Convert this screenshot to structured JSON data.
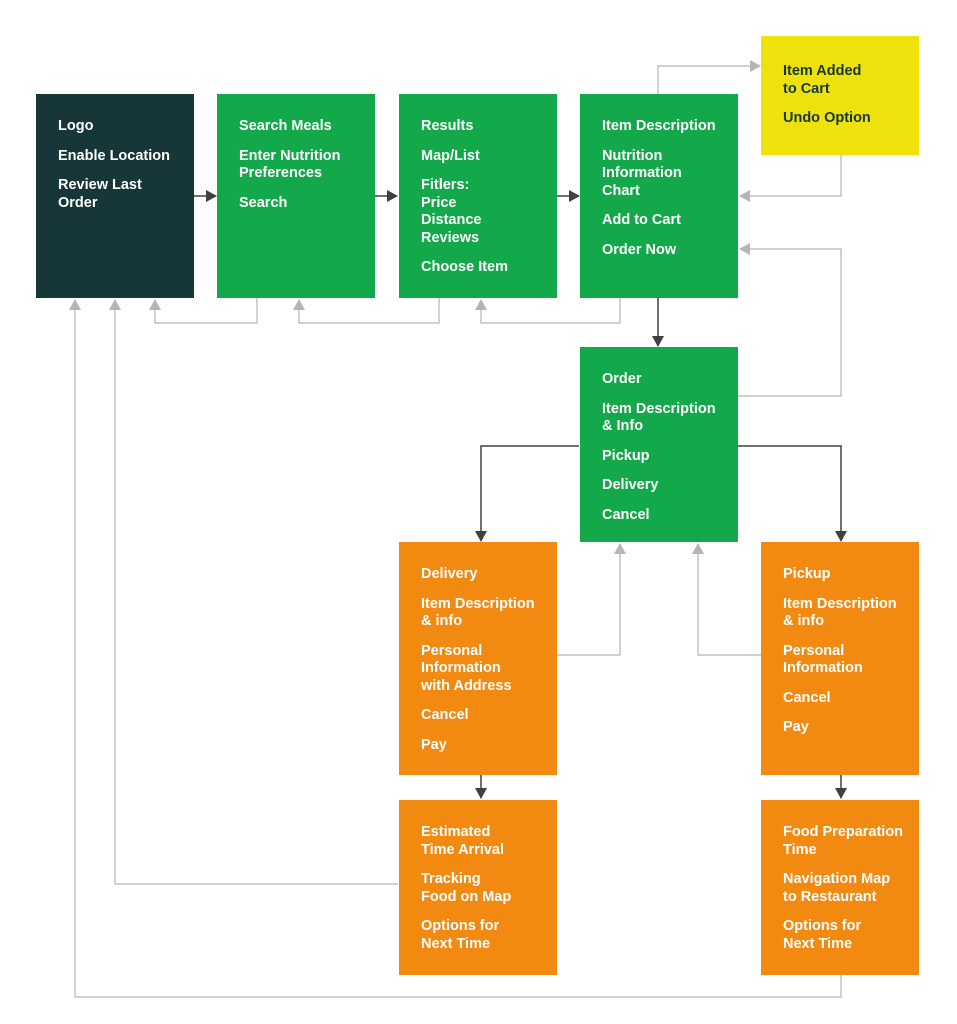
{
  "colors": {
    "dark": "#173638",
    "green": "#13a84a",
    "orange": "#f28a12",
    "yellow": "#eee10c",
    "forward_arrow": "#404040",
    "back_arrow": "#b5b5b5"
  },
  "nodes": {
    "home": {
      "items": [
        "Logo",
        "Enable Location",
        "Review Last Order"
      ]
    },
    "search": {
      "items": [
        "Search Meals",
        "Enter Nutrition\nPreferences",
        "Search"
      ]
    },
    "results": {
      "items": [
        "Results",
        "Map/List",
        "Fitlers:\nPrice\nDistance\nReviews",
        "Choose Item"
      ]
    },
    "item": {
      "items": [
        "Item Description",
        "Nutrition\nInformation\nChart",
        "Add to Cart",
        "Order Now"
      ]
    },
    "cart": {
      "items": [
        "Item Added\nto Cart",
        "Undo Option"
      ]
    },
    "order": {
      "items": [
        "Order",
        "Item Description\n& Info",
        "Pickup",
        "Delivery",
        "Cancel"
      ]
    },
    "delivery": {
      "items": [
        "Delivery",
        "Item Description\n& info",
        "Personal\nInformation\nwith Address",
        "Cancel",
        "Pay"
      ]
    },
    "pickup": {
      "items": [
        "Pickup",
        "Item Description\n& info",
        "Personal\nInformation",
        "Cancel",
        "Pay"
      ]
    },
    "delivery_status": {
      "items": [
        "Estimated\nTime Arrival",
        "Tracking\nFood on Map",
        "Options for\nNext Time"
      ]
    },
    "pickup_status": {
      "items": [
        "Food Preparation\nTime",
        "Navigation Map\nto Restaurant",
        "Options for\nNext Time"
      ]
    }
  }
}
